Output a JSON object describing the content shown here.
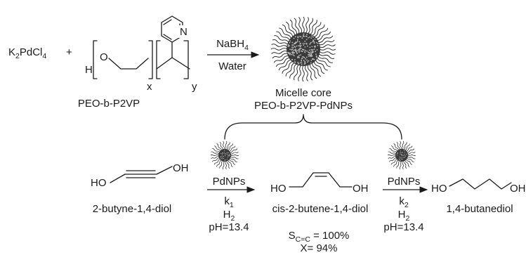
{
  "reactants": {
    "salt": {
      "symbol": "K",
      "sub1": "2",
      "mid": "PdCl",
      "sub2": "4"
    },
    "plus": "+",
    "polymer": {
      "name": "PEO-b-P2VP",
      "atom_h": "H",
      "atom_o": "O",
      "atom_n": "N",
      "index_x": "x",
      "index_y": "y"
    }
  },
  "step1": {
    "reagent_main": "NaBH",
    "reagent_sub": "4",
    "solvent": "Water"
  },
  "micelle": {
    "line1": "Micelle core",
    "line2": "PEO-b-P2VP-PdNPs"
  },
  "compounds": [
    {
      "name": "2-butyne-1,4-diol",
      "left_group": "HO",
      "right_group": "OH"
    },
    {
      "name": "cis-2-butene-1,4-diol",
      "left_group": "HO",
      "right_group": "OH"
    },
    {
      "name": "1,4-butanediol",
      "left_group": "HO",
      "right_group": "OH"
    }
  ],
  "steps": [
    {
      "catalyst": "PdNPs",
      "k_main": "k",
      "k_sub": "1",
      "gas_main": "H",
      "gas_sub": "2",
      "ph": "pH=13.4"
    },
    {
      "catalyst": "PdNPs",
      "k_main": "k",
      "k_sub": "2",
      "gas_main": "H",
      "gas_sub": "2",
      "ph": "pH=13.4"
    }
  ],
  "selectivity": {
    "s_main": "S",
    "s_sub": "C=C",
    "s_value": " = 100%",
    "conversion": "X= 94%"
  },
  "colors": {
    "ink": "#1a1a1a",
    "micelle_core": "#3a3a3a",
    "micelle_speckle": "#bdbdbd"
  }
}
